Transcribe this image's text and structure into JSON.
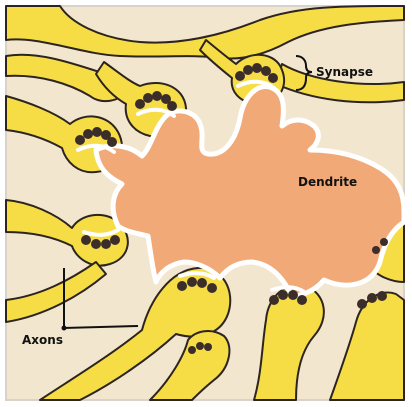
{
  "labels": {
    "synapse": "Synapse",
    "dendrite": "Dendrite",
    "axons": "Axons"
  },
  "colors": {
    "background": "#f3e6cf",
    "axon_fill": "#f6dd45",
    "axon_outline": "#2c2420",
    "dendrite_fill": "#f1a977",
    "membrane_gap": "#ffffff",
    "terminal_dots": "#3b2d2a",
    "frame": "#d8d2c8"
  },
  "icons": {
    "synapse_marker": "curly-brace",
    "axon_marker": "corner-bracket"
  }
}
